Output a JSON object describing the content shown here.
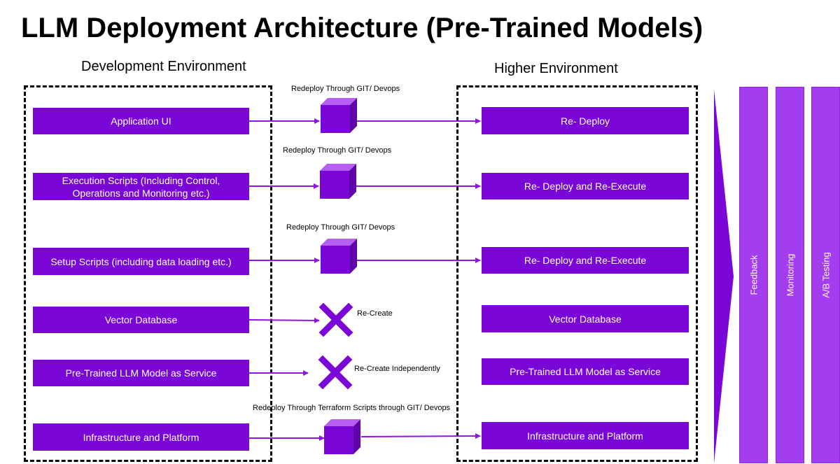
{
  "title": "LLM Deployment Architecture (Pre-Trained Models)",
  "environments": {
    "dev_label": "Development Environment",
    "higher_label": "Higher Environment"
  },
  "dev_boxes": [
    "Application UI",
    "Execution Scripts (Including Control, Operations and Monitoring etc.)",
    "Setup Scripts (including data loading etc.)",
    "Vector Database",
    "Pre-Trained LLM Model as Service",
    "Infrastructure and Platform"
  ],
  "higher_boxes": [
    "Re- Deploy",
    "Re- Deploy and Re-Execute",
    "Re- Deploy and Re-Execute",
    "Vector Database",
    "Pre-Trained LLM Model as Service",
    "Infrastructure and Platform"
  ],
  "annotations": [
    "Redeploy Through GIT/ Devops",
    "Redeploy Through GIT/ Devops",
    "Redeploy Through GIT/ Devops",
    "Re-Create",
    "Re-Create Independently",
    "Redeploy Through Terraform Scripts through GIT/ Devops"
  ],
  "side_bars": [
    "Feedback",
    "Monitoring",
    "A/B Testing"
  ],
  "colors": {
    "box": "#7a06d8",
    "bar": "#a43cf0",
    "arrow": "#8f14e8",
    "chevron": "#7a06d8"
  }
}
